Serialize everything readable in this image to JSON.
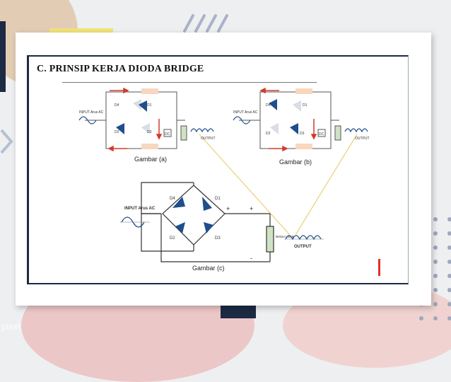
{
  "slide": {
    "title": "C. PRINSIP KERJA DIODA BRIDGE",
    "watermark": "pixel"
  },
  "diagram_a": {
    "caption": "Gambar (a)",
    "input_label": "INPUT Arus AC",
    "output_label": "OUTPUT",
    "diodes": [
      "D4",
      "D1",
      "D2",
      "D3"
    ],
    "dc_label": "DC"
  },
  "diagram_b": {
    "caption": "Gambar (b)",
    "input_label": "INPUT Arus AC",
    "output_label": "OUTPUT",
    "diodes": [
      "D4",
      "D1",
      "D2",
      "D3"
    ],
    "dc_label": "DC"
  },
  "diagram_c": {
    "caption": "Gambar (c)",
    "input_label": "INPUT Arus AC",
    "output_label": "OUTPUT",
    "load_label": "Beban Listrik",
    "diodes": [
      "D4",
      "D1",
      "D2",
      "D3"
    ],
    "plus": "+",
    "minus": "-"
  },
  "colors": {
    "navy": "#1d2a44",
    "diode": "#1f4e8c",
    "arrow_red": "#d23a2a",
    "guide_yellow": "#e8d27a",
    "accent_red": "#e0302a"
  }
}
